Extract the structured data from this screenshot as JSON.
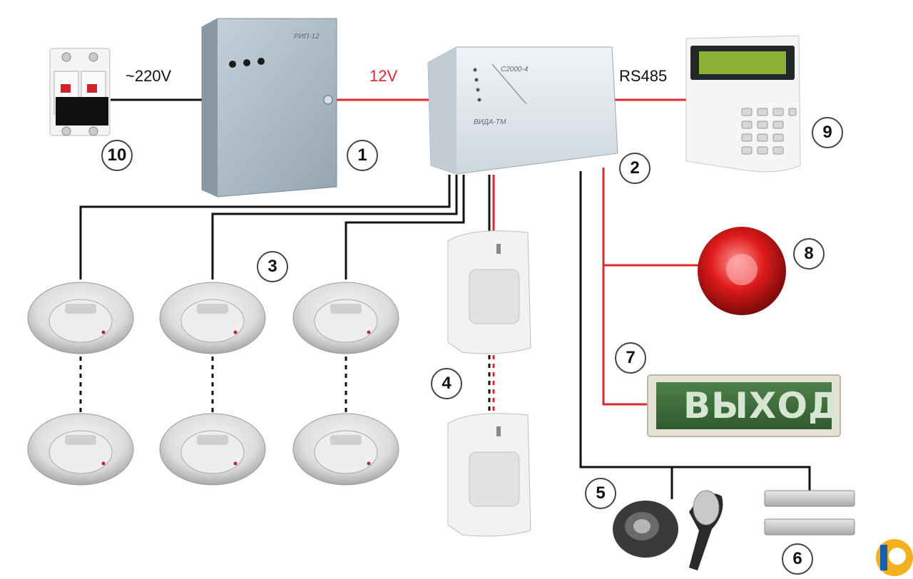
{
  "labels": {
    "mains": "~220V",
    "power_12v": "12V",
    "bus": "RS485"
  },
  "exit_sign": "ВЫХОД",
  "psu_brand": "РИП-12",
  "panel_brand": "С2000-4",
  "panel_model": "ВИДА-ТМ",
  "numbers": [
    "1",
    "2",
    "3",
    "4",
    "5",
    "6",
    "7",
    "8",
    "9",
    "10"
  ],
  "colors": {
    "power_line": "#e0252f",
    "signal_line": "#111111",
    "exit_text": "#d7e6d2",
    "exit_bg": "#3b6a3a",
    "logo": "#f2b01e"
  },
  "icons": [
    "circuit-breaker-icon",
    "power-supply-icon",
    "control-panel-icon",
    "keypad-icon",
    "smoke-detector-icon",
    "motion-sensor-icon",
    "siren-icon",
    "exit-sign-icon",
    "key-reader-icon",
    "magnetic-contact-icon",
    "logo-icon"
  ]
}
